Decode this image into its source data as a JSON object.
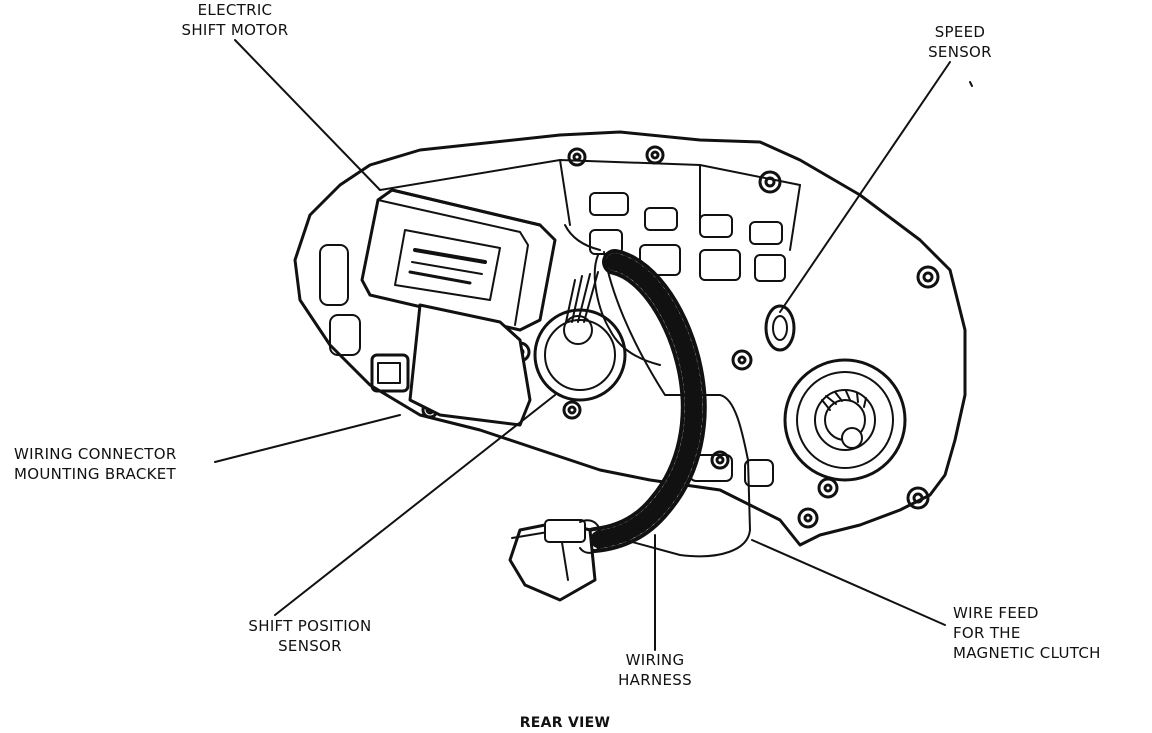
{
  "labels": {
    "electric_shift_motor": [
      "ELECTRIC",
      "SHIFT MOTOR"
    ],
    "speed_sensor": [
      "SPEED",
      "SENSOR"
    ],
    "wiring_connector_bracket": [
      "WIRING CONNECTOR",
      "MOUNTING BRACKET"
    ],
    "shift_position_sensor": [
      "SHIFT POSITION",
      "SENSOR"
    ],
    "wiring_harness": [
      "WIRING",
      "HARNESS"
    ],
    "wire_feed": [
      "WIRE FEED",
      "FOR THE",
      "MAGNETIC CLUTCH"
    ],
    "view_caption": "REAR VIEW"
  },
  "colors": {
    "ink": "#111111",
    "paper": "#ffffff"
  }
}
